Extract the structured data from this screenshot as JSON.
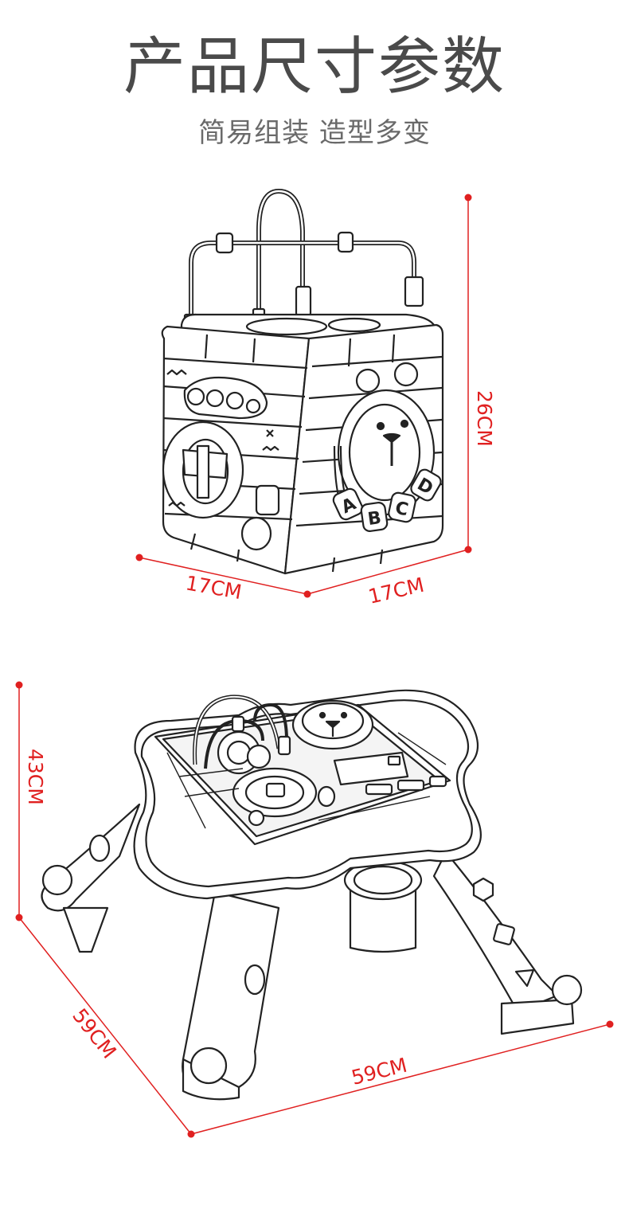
{
  "header": {
    "title": "产品尺寸参数",
    "subtitle": "简易组装 造型多变"
  },
  "cube": {
    "height_label": "26CM",
    "width_left_label": "17CM",
    "width_right_label": "17CM",
    "letters": [
      "A",
      "B",
      "C",
      "D"
    ]
  },
  "table": {
    "height_label": "43CM",
    "depth_label": "59CM",
    "width_label": "59CM"
  },
  "colors": {
    "dimension_line": "#e02020",
    "title_text": "#4a4a4a",
    "drawing_stroke": "#222222"
  }
}
